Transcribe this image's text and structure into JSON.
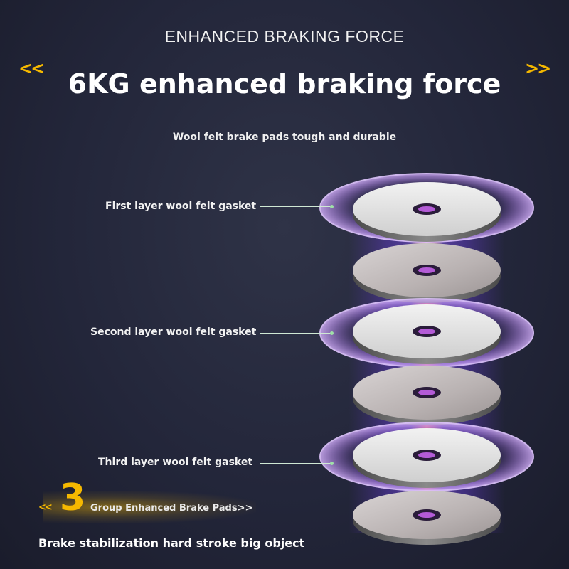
{
  "header": {
    "top_title": "ENHANCED BRAKING FORCE",
    "main_title": "6KG enhanced braking force",
    "left_arrows": "<<",
    "right_arrows": ">>",
    "subtitle": "Wool felt brake pads tough and durable"
  },
  "layers": [
    {
      "label": "First layer wool felt gasket"
    },
    {
      "label": "Second layer wool felt gasket"
    },
    {
      "label": "Third layer wool felt gasket"
    }
  ],
  "badge": {
    "left_arrows": "<<",
    "number": "3",
    "text": "Group Enhanced Brake Pads>>"
  },
  "footer": {
    "text": "Brake stabilization hard stroke big object"
  },
  "colors": {
    "accent": "#f5b800",
    "glow": "#a64dff",
    "core": "#ff6b6b"
  }
}
